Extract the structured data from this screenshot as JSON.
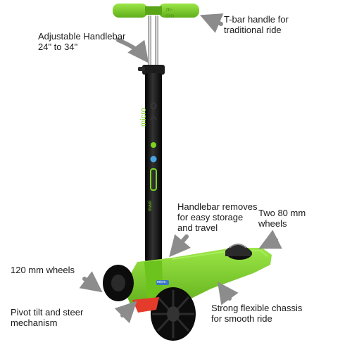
{
  "labels": {
    "tbar": "T-bar handle for\ntraditional ride",
    "adjustable": "Adjustable Handlebar\n24\" to 34\"",
    "removes": "Handlebar removes\nfor easy storage\nand travel",
    "rear_wheels": "Two 80 mm\nwheels",
    "front_wheels": "120 mm wheels",
    "chassis": "Strong flexible chassis\nfor smooth ride",
    "pivot": "Pivot tilt and steer\nmechanism"
  },
  "brand": {
    "grip_text": "m-cro",
    "stem_text": "micro",
    "stem_sub": "maxi",
    "deck_logo": "micro"
  },
  "colors": {
    "green": "#7ed321",
    "green_dark": "#5aa517",
    "black": "#141414",
    "silver": "#b8b8b8",
    "red": "#e53b2a",
    "arrow": "#8c8c8c",
    "text": "#1a1a1a"
  }
}
